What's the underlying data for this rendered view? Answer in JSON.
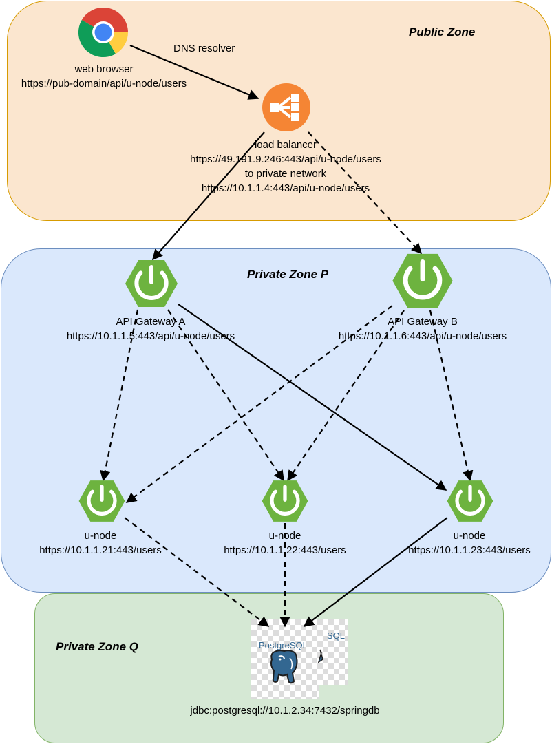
{
  "zones": {
    "public": {
      "title": "Public Zone"
    },
    "private_p": {
      "title": "Private Zone P"
    },
    "private_q": {
      "title": "Private Zone Q"
    }
  },
  "browser": {
    "line1": "web browser",
    "line2": "https://pub-domain/api/u-node/users"
  },
  "edge_dns": {
    "label": "DNS resolver"
  },
  "load_balancer": {
    "line1": "load balancer",
    "line2": "https://49.191.9.246:443/api/u-node/users",
    "line3": "to private network",
    "line4": "https://10.1.1.4:443/api/u-node/users"
  },
  "gateway_a": {
    "line1": "API Gateway A",
    "line2": "https://10.1.1.5:443/api/u-node/users"
  },
  "gateway_b": {
    "line1": "API Gateway B",
    "line2": "https://10.1.1.6:443/api/u-node/users"
  },
  "unode_1": {
    "line1": "u-node",
    "line2": "https://10.1.1.21:443/users"
  },
  "unode_2": {
    "line1": "u-node",
    "line2": "https://10.1.1.22:443/users"
  },
  "unode_3": {
    "line1": "u-node",
    "line2": "https://10.1.1.23:443/users"
  },
  "database": {
    "logo_text": "PostgreSQL",
    "logo_text_partial": "SQL",
    "label": "jdbc:postgresql://10.1.2.34:7432/springdb"
  },
  "icons": {
    "browser": "chrome-icon",
    "load_balancer": "load-balancer-icon",
    "service": "spring-power-icon",
    "database": "postgresql-elephant-icon"
  },
  "colors": {
    "public_zone": "#fbe6cf",
    "private_zone_p": "#dae8fc",
    "private_zone_q": "#d5e8d4",
    "spring_green": "#6db33f",
    "lb_orange": "#f58534",
    "postgres_blue": "#336791"
  }
}
